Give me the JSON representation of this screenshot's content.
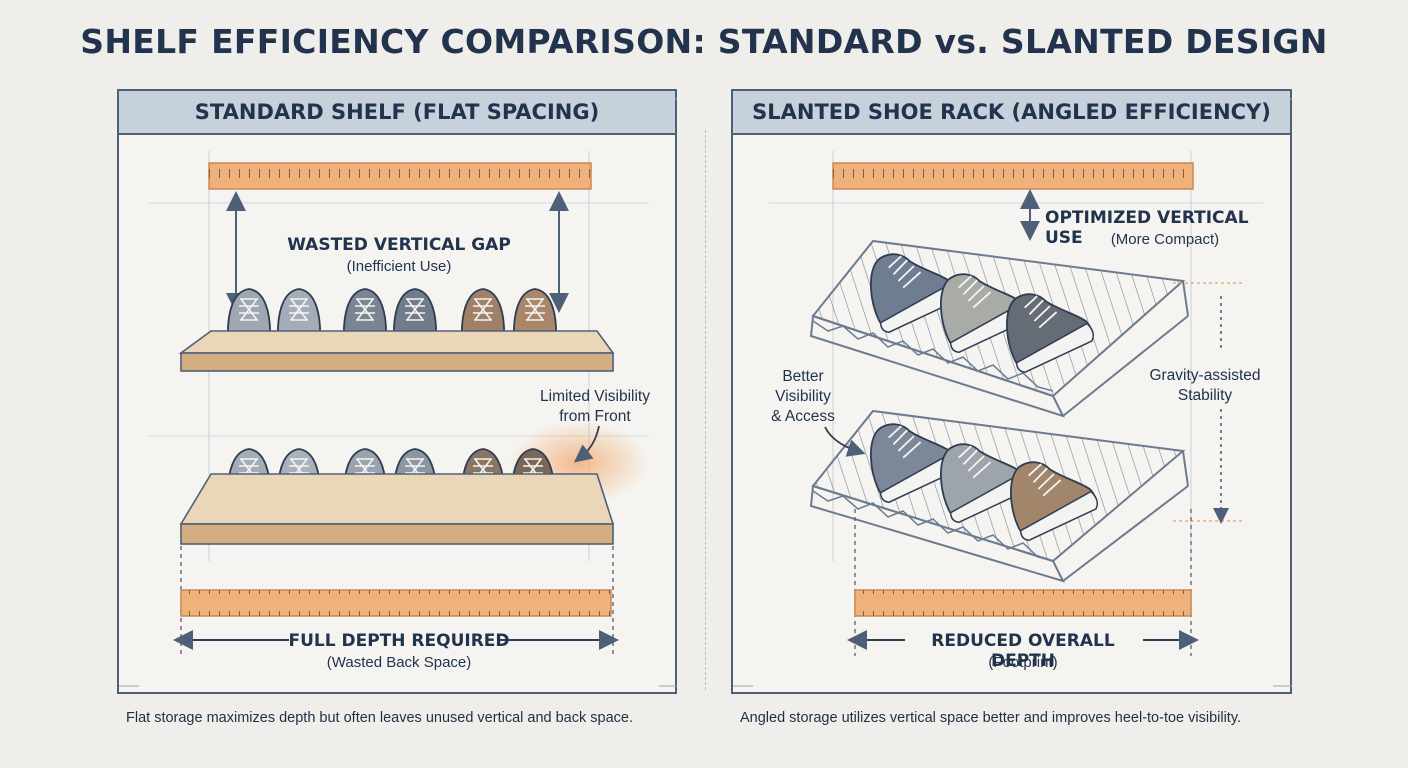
{
  "title": "SHELF EFFICIENCY COMPARISON: STANDARD vs. SLANTED DESIGN",
  "left_panel": {
    "header": "STANDARD SHELF (FLAT SPACING)",
    "gap_label": "WASTED VERTICAL GAP",
    "gap_sublabel": "(Inefficient Use)",
    "visibility_line1": "Limited Visibility",
    "visibility_line2": "from Front",
    "depth_label": "FULL DEPTH REQUIRED",
    "depth_sublabel": "(Wasted Back Space)",
    "caption": "Flat storage maximizes depth but often leaves unused vertical and back space."
  },
  "right_panel": {
    "header": "SLANTED SHOE RACK (ANGLED EFFICIENCY)",
    "vertical_label": "OPTIMIZED VERTICAL USE",
    "vertical_sublabel": "(More Compact)",
    "access_line1": "Better",
    "access_line2": "Visibility",
    "access_line3": "& Access",
    "gravity_line1": "Gravity-assisted",
    "gravity_line2": "Stability",
    "depth_label": "REDUCED OVERALL DEPTH",
    "depth_sublabel": "(Footprint)",
    "caption": "Angled storage utilizes vertical space better and improves heel-to-toe visibility."
  },
  "colors": {
    "ruler": "#efb27c",
    "wood": "#e2c49e",
    "panel_header": "#c7d1dc",
    "outline": "#4e6078",
    "wire": "#7f8ea2"
  }
}
